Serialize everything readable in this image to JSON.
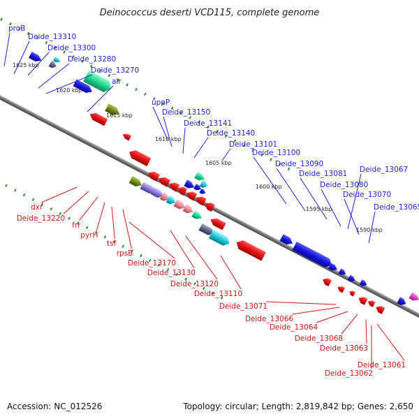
{
  "title": "Deinococcus deserti VCD115, complete genome",
  "footer": {
    "accession": "Accession: NC_012526",
    "summary": "Topology: circular; Length: 2,819,842 bp; Genes: 2,650"
  },
  "colors": {
    "forward_gene": "#1c1cd6",
    "reverse_gene": "#e01818",
    "backbone": "#808080",
    "tick": "#2a8a2a",
    "label_forward": "#1f1fd8",
    "label_reverse": "#d31414",
    "cds_green": "#22d48c",
    "cds_olive": "#6d8a1a",
    "cds_purple": "#8a78d8",
    "cds_pink": "#e88890",
    "cds_cyan": "#20c8d8",
    "cds_magenta": "#e040c0"
  },
  "scale_labels": [
    "1625 kbp",
    "1620 kbp",
    "1615 kbp",
    "1610 kbp",
    "1605 kbp",
    "1600 kbp",
    "1595 kbp",
    "1590 kbp"
  ],
  "forward_labels": [
    "proB",
    "Deide_13310",
    "Deide_13300",
    "Deide_13280",
    "Deide_13270",
    "alr",
    "uppP",
    "Deide_13150",
    "Deide_13141",
    "Deide_13140",
    "Deide_13101",
    "Deide_13100",
    "Deide_13090",
    "Deide_13081",
    "Deide_13080",
    "Deide_13067",
    "Deide_13070",
    "Deide_13065"
  ],
  "reverse_labels": [
    "dxr",
    "Deide_13220",
    "frr",
    "pyrH",
    "tsf",
    "rpsB",
    "Deide_13170",
    "Deide_13130",
    "Deide_13120",
    "Deide_13110",
    "Deide_13071",
    "Deide_13066",
    "Deide_13064",
    "Deide_13068",
    "Deide_13063",
    "Deide_13061",
    "Deide_13062"
  ]
}
